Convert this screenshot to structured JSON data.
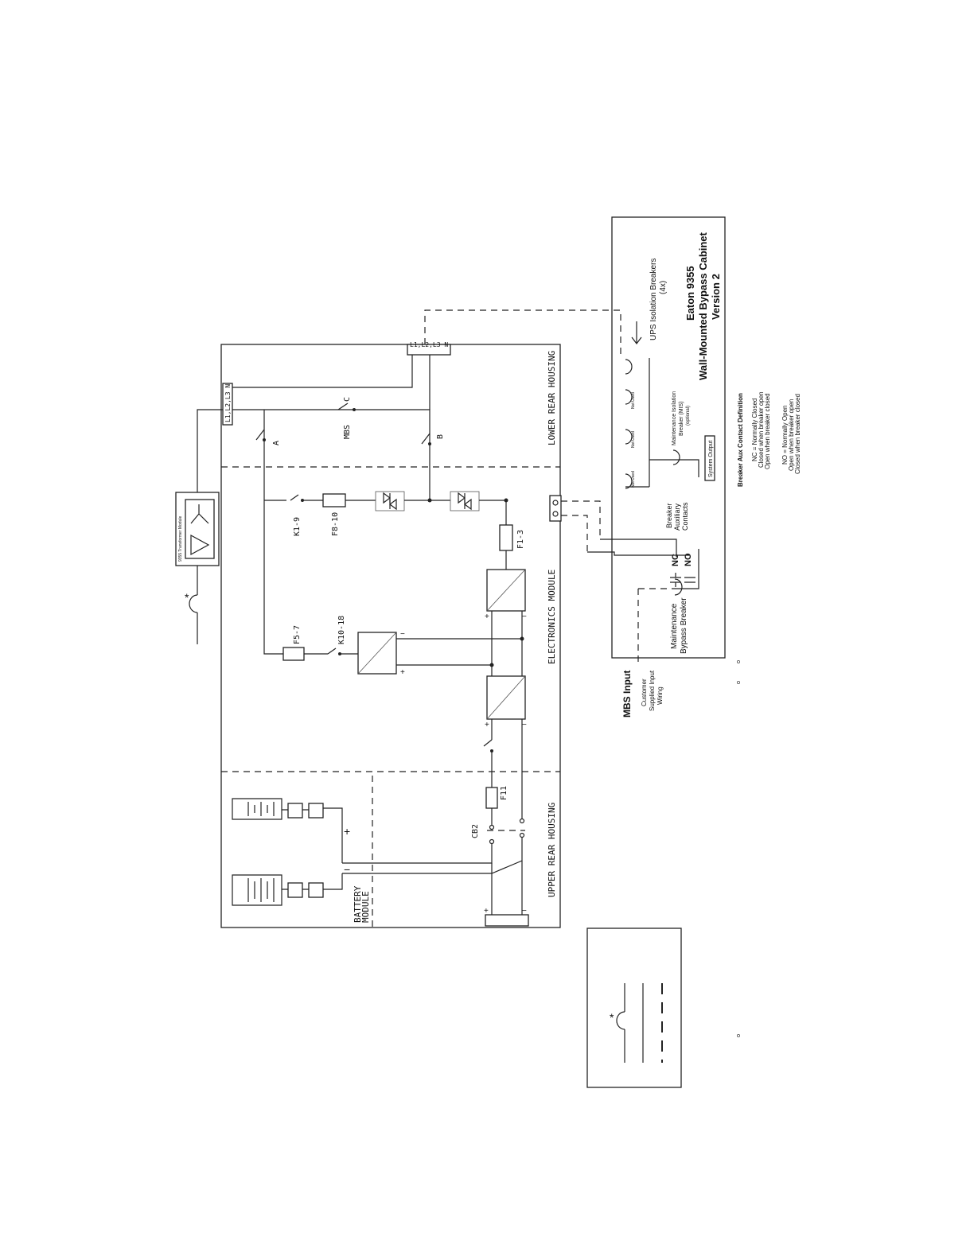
{
  "cabinet": {
    "title_line1": "Eaton 9355",
    "title_line2": "Wall-Mounted Bypass Cabinet",
    "title_line3": "Version 2",
    "ups_isolation_line1": "UPS Isolation Breakers",
    "ups_isolation_line2": "(4x)",
    "not_used_1": "Not Used",
    "not_used_2": "Not Used",
    "not_used_3": "Not Used",
    "mis_line1": "Maintenance Isolation",
    "mis_line2": "Breaker (MIS)",
    "mis_line3": "(optional)",
    "system_output": "System Output",
    "aux_line1": "Breaker",
    "aux_line2": "Auxiliary",
    "aux_line3": "Contacts",
    "nc": "NC",
    "no": "NO",
    "mbb_line1": "Maintenance",
    "mbb_line2": "Bypass Breaker"
  },
  "mbs_input": {
    "title": "MBS Input",
    "line1": "Customer",
    "line2": "Supplied Input",
    "line3": "Wiring"
  },
  "aux_definition": {
    "title": "Breaker Aux Contact Definition",
    "nc_line1": "NC = Normally Closed",
    "nc_line2": "Closed when breaker open",
    "nc_line3": "Open when breaker closed",
    "no_line1": "NO = Normally Open",
    "no_line2": "Open when breaker open",
    "no_line3": "Closed when breaker closed"
  },
  "transformer": {
    "label": "9355 Transformer Module",
    "star": "*"
  },
  "ups": {
    "terminal_in": "L1,L2,L3 N",
    "terminal_out": "L1,L2,L3 N",
    "lower_rear_housing": "LOWER REAR HOUSING",
    "electronics_module": "ELECTRONICS MODULE",
    "upper_rear_housing": "UPPER REAR HOUSING",
    "battery_module_1": "BATTERY",
    "battery_module_2": "MODULE",
    "k1_9": "K1-9",
    "f8_10": "F8-10",
    "f1_3": "F1-3",
    "f5_7": "F5-7",
    "k10_18": "K10-18",
    "f11": "F11",
    "cb2": "CB2",
    "mbs": "MBS",
    "sw_a": "A",
    "sw_b": "B",
    "sw_c": "C",
    "plus": "+",
    "minus": "−"
  },
  "legend": {
    "star": "*"
  }
}
